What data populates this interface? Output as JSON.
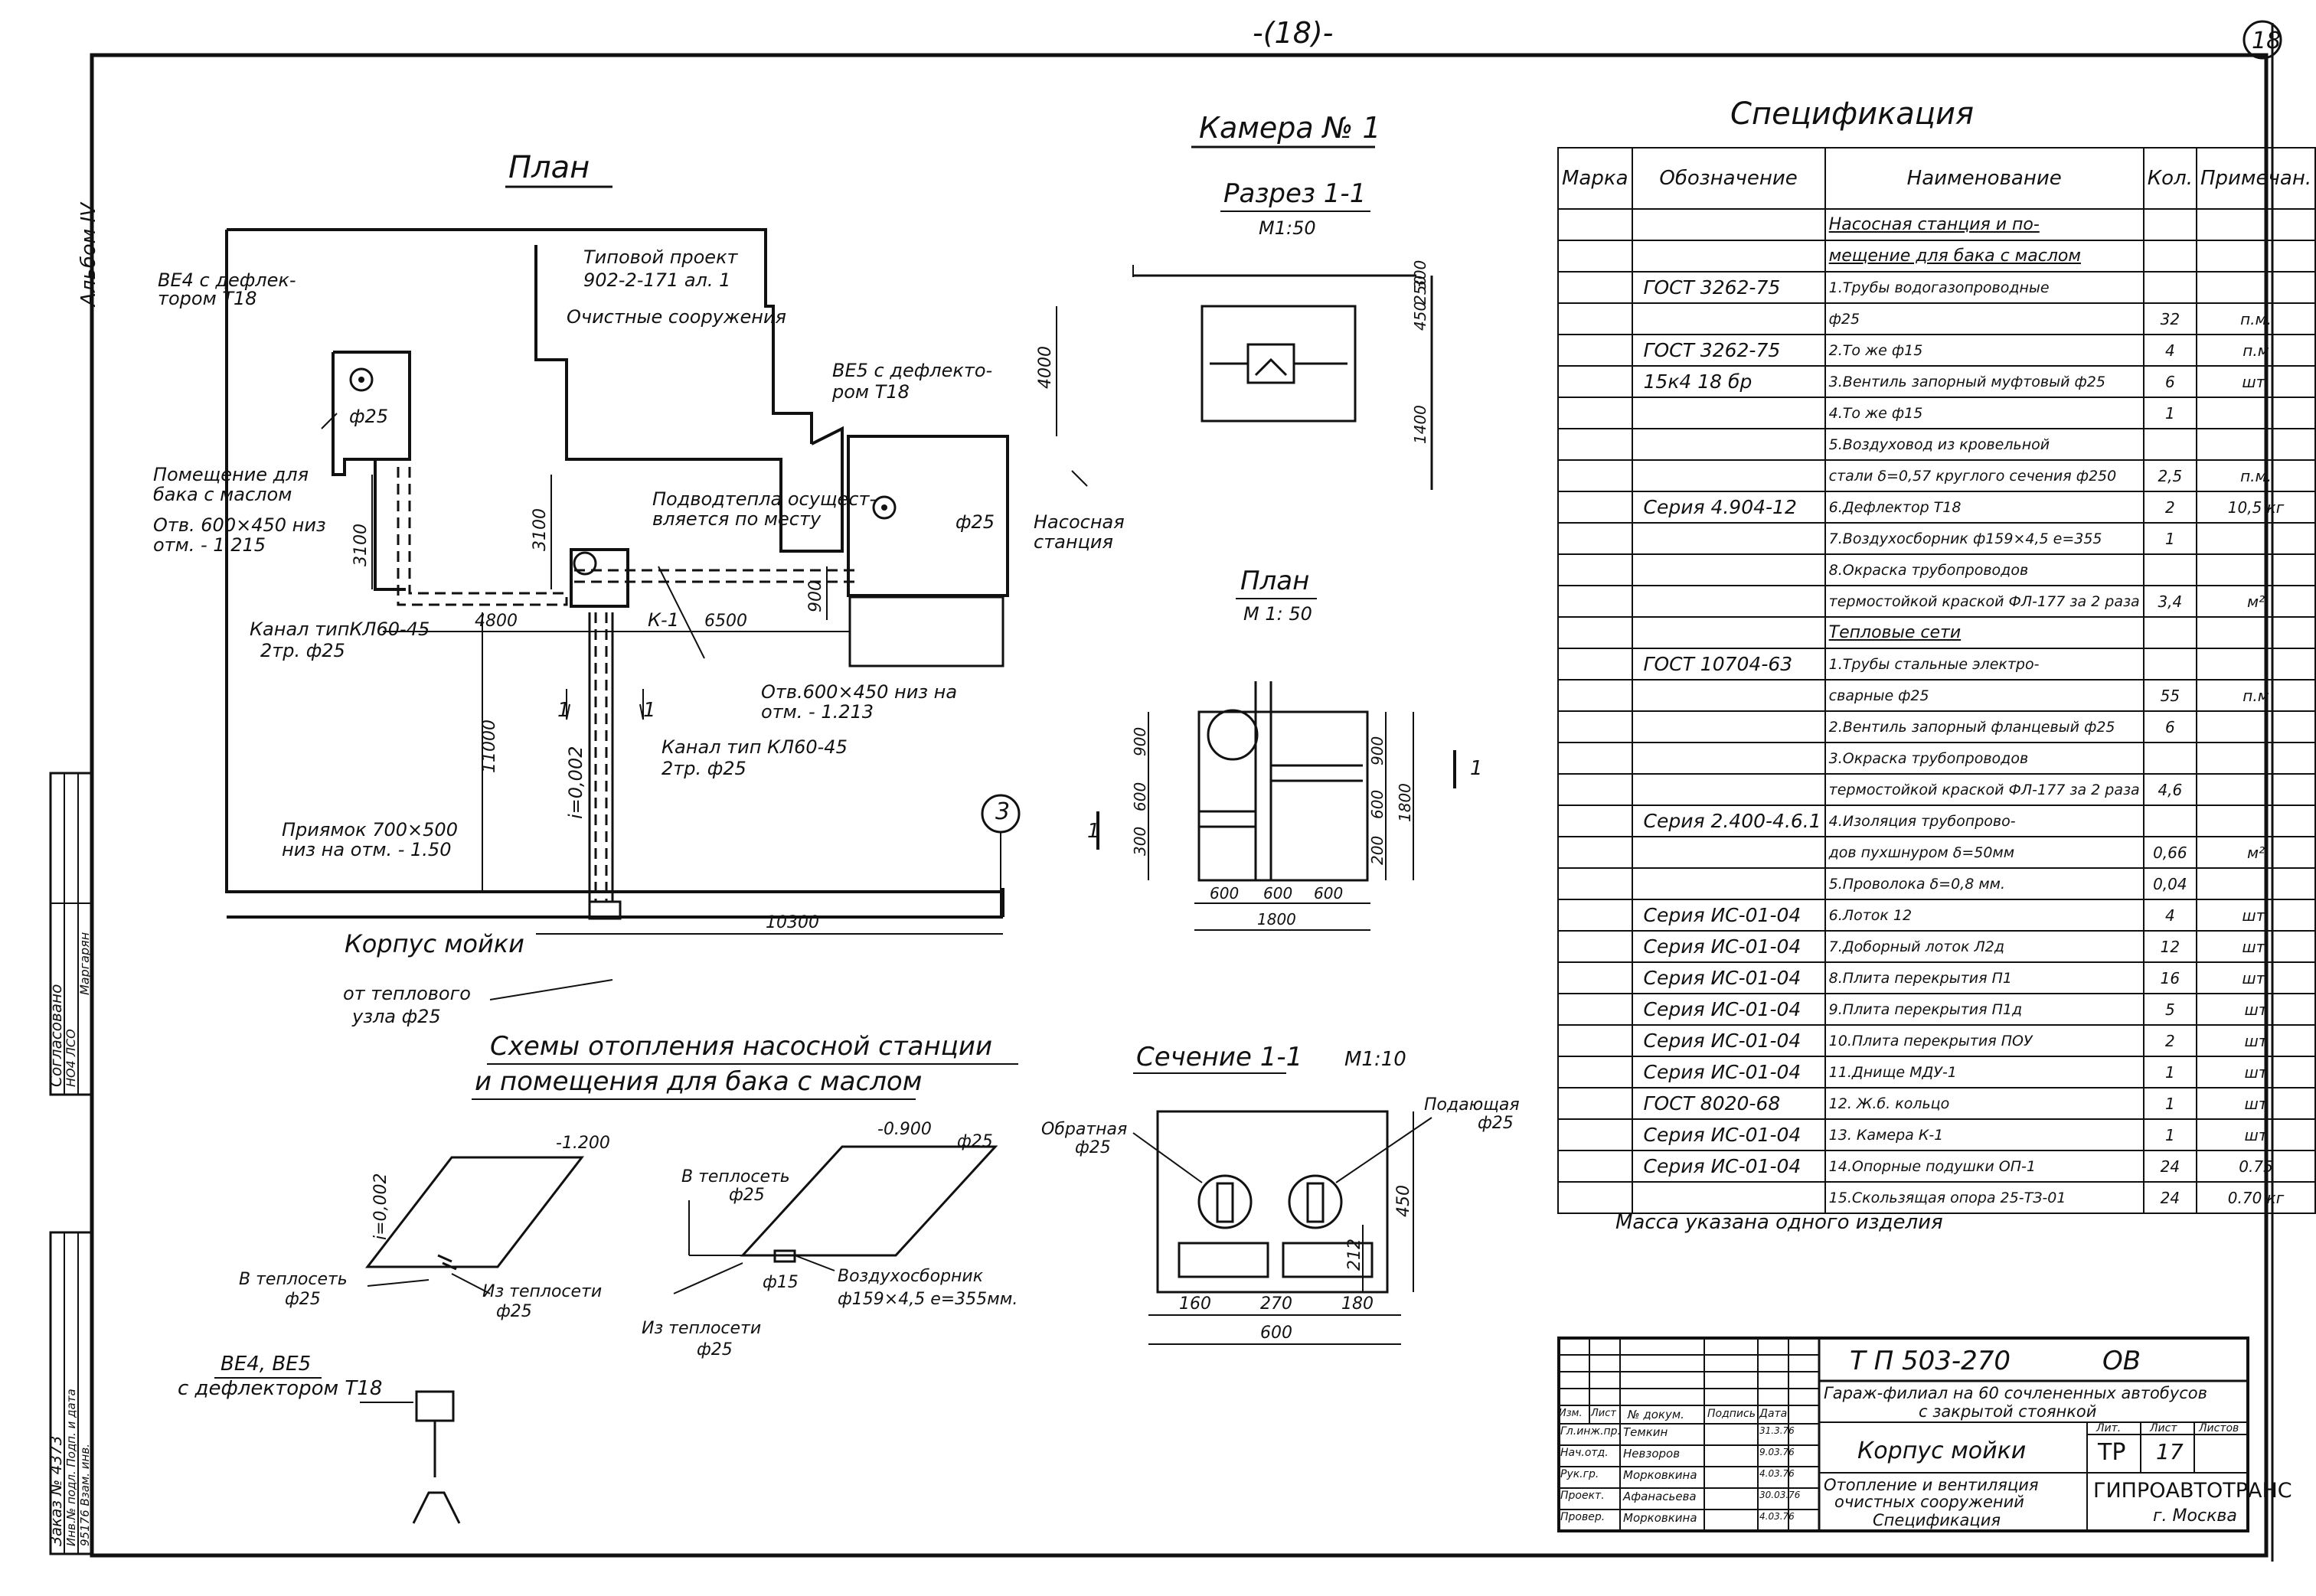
{
  "header": {
    "page_number": "-(18)-",
    "corner_number": "18",
    "album": "Альбом IV"
  },
  "plan": {
    "title": "План",
    "labels": {
      "typical_project": "Типовой проект",
      "typical_project_code": "902-2-171 ал. 1",
      "treatment": "Очистные сооружения",
      "ve4_a": "ВЕ4 с дефлек-",
      "ve4_b": "тором Т18",
      "ve5_a": "ВЕ5 с дефлекто-",
      "ve5_b": "ром Т18",
      "diam_room": "ф25",
      "diam_pump": "ф25",
      "oil_room_a": "Помещение для",
      "oil_room_b": "бака с маслом",
      "opening1_a": "Отв. 600×450 низ",
      "opening1_b": "отм. - 1.215",
      "heat_supply_a": "Подводтепла осущест-",
      "heat_supply_b": "вляется по месту",
      "pump_station_a": "Насосная",
      "pump_station_b": "станция",
      "k1": "К-1",
      "channel1_a": "Канал типКЛ60-45",
      "channel1_b": "2тр. ф25",
      "opening2_a": "Отв.600×450 низ на",
      "opening2_b": "отм. - 1.213",
      "channel2_a": "Канал тип КЛ60-45",
      "channel2_b": "2тр. ф25",
      "pit_a": "Приямок 700×500",
      "pit_b": "низ на отм. - 1.50",
      "slope": "i=0,002",
      "wash_building": "Корпус мойки",
      "from_node_a": "от теплового",
      "from_node_b": "узла ф25",
      "axis": "3",
      "sec_mark": "1"
    },
    "dims": {
      "d4800": "4800",
      "d6500": "6500",
      "d10300": "10300",
      "d11000": "11000",
      "d3100a": "3100",
      "d3100b": "3100",
      "d4000": "4000",
      "d900": "900"
    }
  },
  "camera": {
    "title": "Камера № 1",
    "section_title": "Разрез 1-1",
    "section_scale": "М1:50",
    "plan_title": "План",
    "plan_scale": "М 1: 50",
    "dims": {
      "d1400": "1400",
      "d450": "450",
      "d250": "250",
      "d300a": "300",
      "p900a": "900",
      "p600a": "600",
      "p300": "300",
      "p900b": "900",
      "p600b": "600",
      "p200": "200",
      "p1800v": "1800",
      "p600c": "600",
      "p600d": "600",
      "p600e": "600",
      "p1800": "1800"
    },
    "sec_mark": "1"
  },
  "cross_section": {
    "title": "Сечение 1-1",
    "scale": "М1:10",
    "return_a": "Обратная",
    "return_b": "ф25",
    "supply_a": "Подающая",
    "supply_b": "ф25",
    "dims": {
      "d160": "160",
      "d270": "270",
      "d180": "180",
      "d600": "600",
      "d450": "450",
      "d212": "212"
    }
  },
  "schemes": {
    "title_a": "Схемы отопления насосной станции",
    "title_b": "и помещения для бака с маслом",
    "left": {
      "elev": "-1.200",
      "slope": "i=0,002",
      "to_a": "В теплосеть",
      "to_b": "ф25",
      "from_a": "Из теплосети",
      "from_b": "ф25"
    },
    "right": {
      "elev": "-0.900",
      "diam": "ф25",
      "to_a": "В теплосеть",
      "to_b": "ф25",
      "air_a": "Воздухосборник",
      "air_b": "ф159×4,5 е=355мм.",
      "d15": "ф15",
      "from_a": "Из теплосети",
      "from_b": "ф25"
    },
    "deflector_a": "ВЕ4, ВЕ5",
    "deflector_b": "с дефлектором Т18"
  },
  "spec": {
    "title": "Спецификация",
    "headers": {
      "mark": "Марка",
      "designation": "Обозначение",
      "name": "Наименование",
      "qty": "Кол.",
      "note": "Примечан."
    },
    "rows": [
      {
        "des": "",
        "name": "Насосная станция и по-",
        "qty": "",
        "note": "",
        "hdr": true
      },
      {
        "des": "",
        "name": "мещение для бака с маслом",
        "qty": "",
        "note": "",
        "hdr": true
      },
      {
        "des": "ГОСТ 3262-75",
        "name": "1.Трубы водогазопроводные",
        "qty": "",
        "note": ""
      },
      {
        "des": "",
        "name": "ф25",
        "qty": "32",
        "note": "п.м."
      },
      {
        "des": "ГОСТ 3262-75",
        "name": "2.То же ф15",
        "qty": "4",
        "note": "п.м"
      },
      {
        "des": "15к4 18 бр",
        "name": "3.Вентиль запорный муфтовый ф25",
        "qty": "6",
        "note": "шт."
      },
      {
        "des": "",
        "name": "4.То же ф15",
        "qty": "1",
        "note": ""
      },
      {
        "des": "",
        "name": "5.Воздуховод из кровельной",
        "qty": "",
        "note": ""
      },
      {
        "des": "",
        "name": "стали δ=0,57 круглого сечения ф250",
        "qty": "2,5",
        "note": "п.м."
      },
      {
        "des": "Серия 4.904-12",
        "name": "6.Дефлектор Т18",
        "qty": "2",
        "note": "10,5 кг"
      },
      {
        "des": "",
        "name": "7.Воздухосборник ф159×4,5 е=355",
        "qty": "1",
        "note": ""
      },
      {
        "des": "",
        "name": "8.Окраска трубопроводов",
        "qty": "",
        "note": ""
      },
      {
        "des": "",
        "name": "термостойкой краской ФЛ-177 за 2 раза",
        "qty": "3,4",
        "note": "м²"
      },
      {
        "des": "",
        "name": "Тепловые сети",
        "qty": "",
        "note": "",
        "hdr": true
      },
      {
        "des": "ГОСТ 10704-63",
        "name": "1.Трубы стальные электро-",
        "qty": "",
        "note": ""
      },
      {
        "des": "",
        "name": "сварные ф25",
        "qty": "55",
        "note": "п.м"
      },
      {
        "des": "",
        "name": "2.Вентиль запорный фланцевый ф25",
        "qty": "6",
        "note": ""
      },
      {
        "des": "",
        "name": "3.Окраска трубопроводов",
        "qty": "",
        "note": ""
      },
      {
        "des": "",
        "name": "термостойкой краской ФЛ-177 за 2 раза",
        "qty": "4,6",
        "note": ""
      },
      {
        "des": "Серия 2.400-4.6.1",
        "name": "4.Изоляция трубопрово-",
        "qty": "",
        "note": ""
      },
      {
        "des": "",
        "name": "дов пухшнуром δ=50мм",
        "qty": "0,66",
        "note": "м²"
      },
      {
        "des": "",
        "name": "5.Проволока δ=0,8 мм.",
        "qty": "0,04",
        "note": ""
      },
      {
        "des": "Серия ИС-01-04",
        "name": "6.Лоток 12",
        "qty": "4",
        "note": "шт."
      },
      {
        "des": "Серия ИС-01-04",
        "name": "7.Доборный лоток Л2д",
        "qty": "12",
        "note": "шт."
      },
      {
        "des": "Серия ИС-01-04",
        "name": "8.Плита перекрытия П1",
        "qty": "16",
        "note": "шт."
      },
      {
        "des": "Серия ИС-01-04",
        "name": "9.Плита перекрытия П1д",
        "qty": "5",
        "note": "шт"
      },
      {
        "des": "Серия ИС-01-04",
        "name": "10.Плита перекрытия ПОУ",
        "qty": "2",
        "note": "шт"
      },
      {
        "des": "Серия ИС-01-04",
        "name": "11.Днище МДУ-1",
        "qty": "1",
        "note": "шт"
      },
      {
        "des": "ГОСТ 8020-68",
        "name": "12. Ж.б. кольцо",
        "qty": "1",
        "note": "шт"
      },
      {
        "des": "Серия ИС-01-04",
        "name": "13. Камера К-1",
        "qty": "1",
        "note": "шт"
      },
      {
        "des": "Серия ИС-01-04",
        "name": "14.Опорные подушки ОП-1",
        "qty": "24",
        "note": "0.75"
      },
      {
        "des": "",
        "name": "15.Скользящая опора 25-ТЗ-01",
        "qty": "24",
        "note": "0.70 кг"
      }
    ],
    "note": "Масса указана одного изделия"
  },
  "title_block": {
    "code": "Т П 503-270",
    "section": "ОВ",
    "project_a": "Гараж-филиал на 60 сочлененных автобусов",
    "project_b": "с закрытой стоянкой",
    "building": "Корпус мойки",
    "sheet_title_a": "Отопление и вентиляция",
    "sheet_title_b": "очистных сооружений",
    "sheet_title_c": "Спецификация",
    "stage_label": "Лит.",
    "sheet_label": "Лист",
    "sheets_label": "Листов",
    "stage": "ТР",
    "sheet": "17",
    "org": "ГИПРОАВТОТРАНС",
    "city": "г. Москва",
    "cols": {
      "izm": "Изм.",
      "list": "Лист",
      "doc": "№ докум.",
      "sign": "Подпись",
      "date": "Дата"
    },
    "people": [
      {
        "role": "Гл.инж.пр.",
        "name": "Темкин",
        "date": "31.3.76"
      },
      {
        "role": "Нач.отд.",
        "name": "Невзоров",
        "date": "9.03.76"
      },
      {
        "role": "Рук.гр.",
        "name": "Морковкина",
        "date": "4.03.76"
      },
      {
        "role": "Проект.",
        "name": "Афанасьева",
        "date": "30.03.76"
      },
      {
        "role": "Провер.",
        "name": "Морковкина",
        "date": "4.03.76"
      }
    ]
  },
  "left_margin": {
    "agreed": "Согласовано",
    "lines": [
      "НО4 ЛСО",
      "Маргарян"
    ],
    "order": "Заказ № 4373",
    "order_lines": [
      "Инв.№ подл. Подп. и дата",
      "95176 Взам. инв."
    ]
  }
}
